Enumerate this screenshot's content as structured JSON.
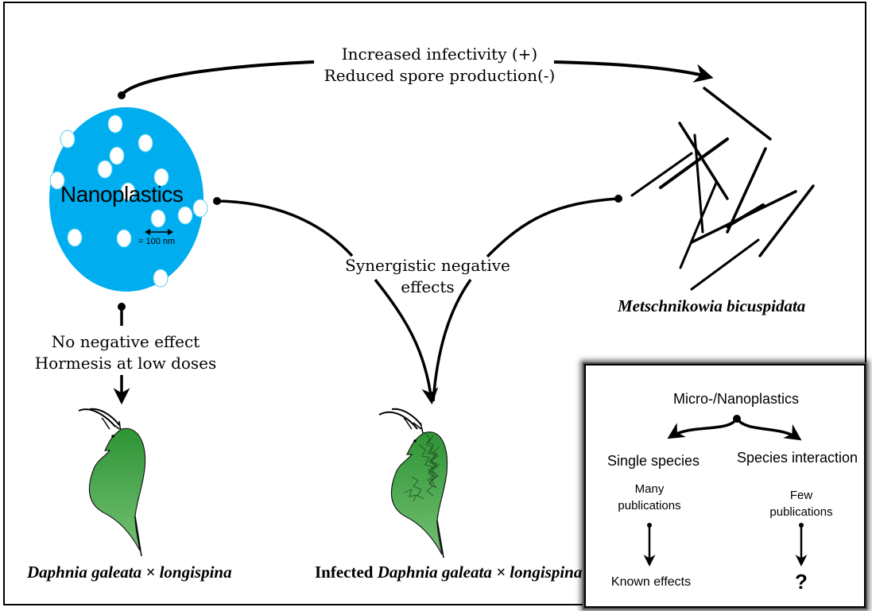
{
  "colors": {
    "nanoplastic_blue": "#00AEEF",
    "particle_white": "#FFFFFF",
    "daphnia_green_top": "#2E9435",
    "daphnia_green_bottom": "#6DBE6E",
    "arrow_black": "#000000"
  },
  "top_link": {
    "line1": "Increased infectivity (+)",
    "line2": "Reduced spore production(-)"
  },
  "nanoplastics": {
    "label": "Nanoplastics",
    "scale_label": "= 100 nm"
  },
  "left_link": {
    "line1": "No negative effect",
    "line2": "Hormesis at low doses"
  },
  "center_link": {
    "line1": "Synergistic negative",
    "line2": "effects"
  },
  "parasite": {
    "label": "Metschnikowia bicuspidata"
  },
  "daphnia_healthy": {
    "label": "Daphnia galeata × longispina"
  },
  "daphnia_infected": {
    "prefix": "Infected ",
    "label": "Daphnia galeata × longispina"
  },
  "inset": {
    "title": "Micro-/Nanoplastics",
    "left": {
      "heading": "Single species",
      "sub1": "Many",
      "sub2": "publications",
      "result": "Known effects"
    },
    "right": {
      "heading": "Species interaction",
      "sub1": "Few",
      "sub2": "publications",
      "result": "?"
    }
  }
}
